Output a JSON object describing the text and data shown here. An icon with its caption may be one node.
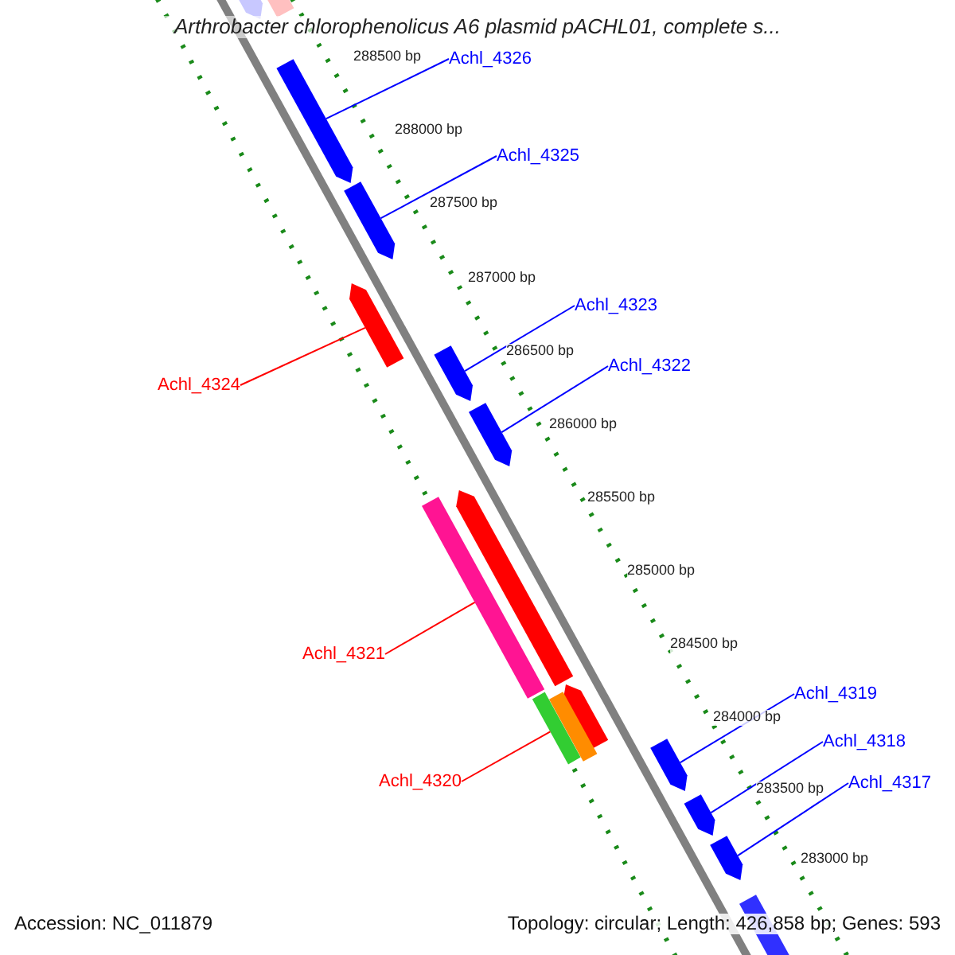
{
  "diagram": {
    "title": "Arthrobacter chlorophenolicus A6 plasmid pACHL01, complete s...",
    "nodes": [
      {
        "text": [
          "Achl_4326"
        ]
      },
      {
        "text": [],
        "shape": "bar"
      },
      {
        "text": [
          "Achl_4325"
        ]
      },
      {
        "text": [],
        "shape": "bar"
      },
      {
        "text": [
          "Achl_4323"
        ]
      },
      {
        "text": [],
        "shape": "bar"
      },
      {
        "text": [
          "Achl_4322"
        ]
      },
      {
        "text": [],
        "shape": "bar"
      },
      {
        "text": [
          "Achl_4324"
        ]
      },
      {
        "text": [],
        "shape": "bar"
      },
      {
        "text": [
          "Achl_4321"
        ]
      },
      {
        "text": [],
        "shape": "bar"
      },
      {
        "text": [
          "Achl_4320"
        ]
      },
      {
        "text": [],
        "shape": "bar"
      },
      {
        "text": [
          "Achl_4319"
        ]
      },
      {
        "text": [],
        "shape": "bar"
      },
      {
        "text": [
          "Achl_4318"
        ]
      },
      {
        "text": [],
        "shape": "bar"
      },
      {
        "text": [
          "Achl_4317"
        ]
      },
      {
        "text": [],
        "shape": "bar"
      },
      {
        "text": [],
        "shape": "bar"
      },
      {
        "text": [],
        "shape": "bar"
      },
      {
        "text": [],
        "shape": "bar"
      },
      {
        "text": [],
        "shape": "bar"
      },
      {
        "text": [],
        "shape": "bar"
      },
      {
        "text": [],
        "shape": "bar"
      }
    ],
    "edges": [
      {
        "from": 0,
        "to": 1,
        "arrow": "none"
      },
      {
        "from": 2,
        "to": 3,
        "arrow": "none"
      },
      {
        "from": 4,
        "to": 5,
        "arrow": "none"
      },
      {
        "from": 6,
        "to": 7,
        "arrow": "none"
      },
      {
        "from": 8,
        "to": 9,
        "arrow": "none",
        "color": "#ff0000"
      },
      {
        "from": 10,
        "to": 11,
        "arrow": "none",
        "color": "#ff0000"
      },
      {
        "from": 12,
        "to": 13,
        "arrow": "none",
        "color": "#ff0000"
      },
      {
        "from": 14,
        "to": 15,
        "arrow": "none"
      },
      {
        "from": 16,
        "to": 17,
        "arrow": "none"
      },
      {
        "from": 18,
        "to": 19,
        "arrow": "none"
      }
    ],
    "labels": [
      "288500 bp",
      "288000 bp",
      "287500 bp",
      "287000 bp",
      "286500 bp",
      "286000 bp",
      "285500 bp",
      "285000 bp",
      "284500 bp",
      "284000 bp",
      "283500 bp",
      "283000 bp",
      "Accession: NC_011879",
      "Topology: circular; Length: 426,858 bp; Genes: 593"
    ]
  }
}
